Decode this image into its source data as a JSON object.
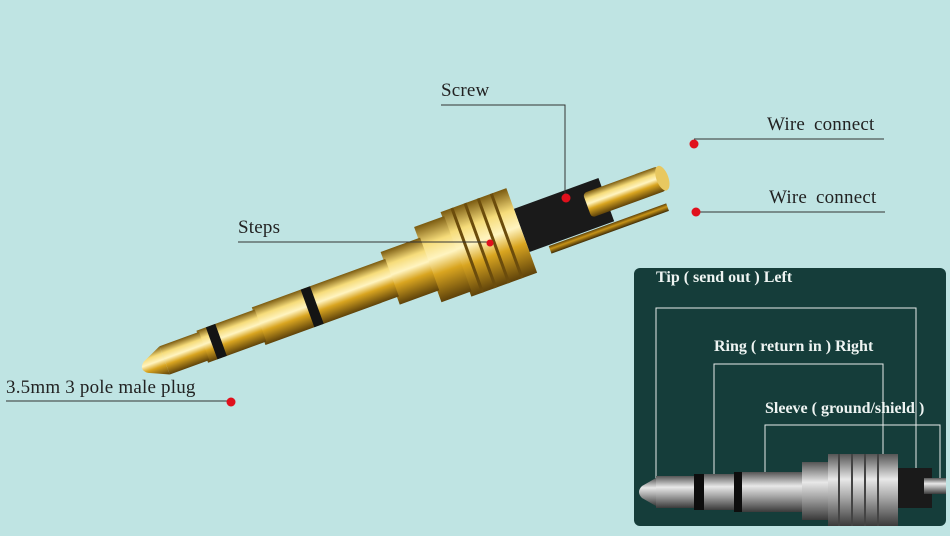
{
  "callouts": {
    "screw": "Screw",
    "wire_connect_top": "Wire  connect",
    "wire_connect_bottom": "Wire  connect",
    "steps": "Steps",
    "plug": "3.5mm 3 pole male plug"
  },
  "inset": {
    "tip": "Tip ( send out )  Left",
    "ring": "Ring ( return in ) Right",
    "sleeve": "Sleeve ( ground/shield )"
  },
  "colors": {
    "background": "#bfe4e3",
    "inset_background": "#153d3a",
    "gold": "#d9a520",
    "marker": "#e0101c"
  }
}
